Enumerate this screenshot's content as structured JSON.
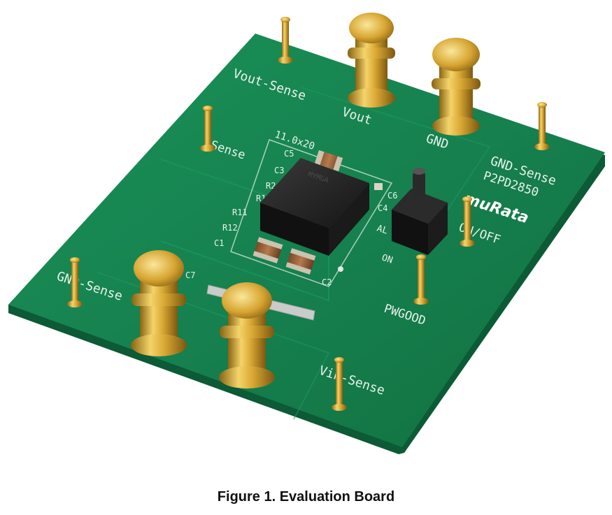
{
  "caption": "Figure 1. Evaluation Board",
  "board": {
    "logo": "muRata",
    "part_number": "P2PD2850",
    "labels": {
      "vout_sense": "Vout-Sense",
      "vout": "Vout",
      "gnd": "GND",
      "gnd_sense_right": "GND-Sense",
      "sense_left": "Sense",
      "onoff": "ON/OFF",
      "gnd_sense_left": "GND-Sense",
      "pwgood": "PWGOOD",
      "vin_sense": "Vin-Sense",
      "size": "11.0x20",
      "al": "AL",
      "on": "ON"
    },
    "refdes": {
      "c5": "C5",
      "c3": "C3",
      "r2": "R2",
      "r1": "R1",
      "r11": "R11",
      "r12": "R12",
      "c1": "C1",
      "c6": "C6",
      "c4": "C4",
      "c2": "C2",
      "c7": "C7"
    },
    "chip_marking": "MYMGA"
  },
  "colors": {
    "pcb": "#16814f",
    "pcb_edge": "#0c5a36",
    "gold": "#d6a62c",
    "chip": "#222222"
  }
}
